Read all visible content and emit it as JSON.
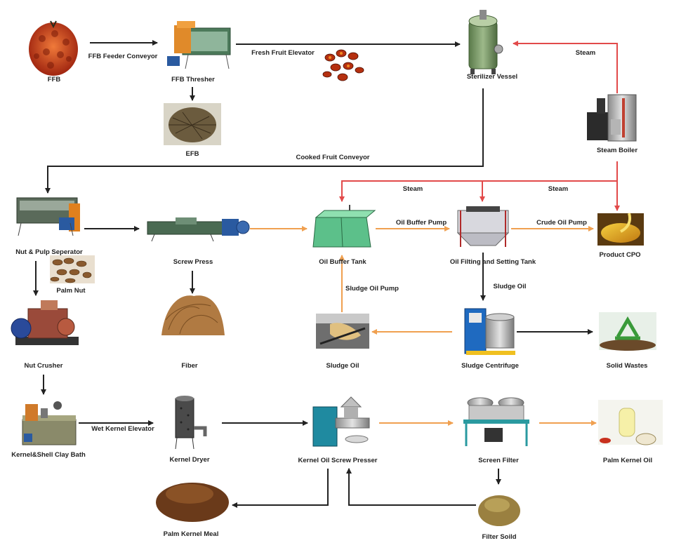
{
  "colors": {
    "black_flow": "#222222",
    "red_flow": "#e24a4a",
    "orange_flow": "#f0a050"
  },
  "equipment": {
    "ffb": "FFB",
    "ffb_thresher": "FFB Thresher",
    "efb": "EFB",
    "sterilizer_vessel": "Sterilizer Vessel",
    "steam_boiler": "Steam Boiler",
    "nut_pulp_separator": "Nut & Pulp Seperator",
    "palm_nut": "Palm Nut",
    "screw_press": "Screw Press",
    "fiber": "Fiber",
    "oil_buffer_tank": "Oil Buffer Tank",
    "oil_filting_tank": "Oil Filting and Setting Tank",
    "product_cpo": "Product CPO",
    "nut_crusher": "Nut Crusher",
    "sludge_oil": "Sludge Oil",
    "sludge_centrifuge": "Sludge Centrifuge",
    "solid_wastes": "Solid Wastes",
    "kernel_clay_bath": "Kernel&Shell Clay Bath",
    "kernel_dryer": "Kernel Dryer",
    "kernel_oil_screw_presser": "Kernel Oil Screw Presser",
    "screen_filter": "Screen Filter",
    "palm_kernel_oil": "Palm Kernel Oil",
    "palm_kernel_meal": "Palm Kernel Meal",
    "filter_soild": "Filter Soild"
  },
  "flows": {
    "ffb_feeder_conveyor": "FFB Feeder Conveyor",
    "fresh_fruit_elevator": "Fresh Fruit Elevator",
    "steam_to_sterilizer": "Steam",
    "cooked_fruit_conveyor": "Cooked Fruit Conveyor",
    "steam_left": "Steam",
    "steam_right": "Steam",
    "oil_buffer_pump": "Oil Buffer Pump",
    "crude_oil_pump": "Crude Oil Pump",
    "sludge_oil_flow": "Sludge Oil",
    "sludge_oil_pump": "Sludge Oil  Pump",
    "wet_kernel_elevator": "Wet Kernel Elevator"
  }
}
